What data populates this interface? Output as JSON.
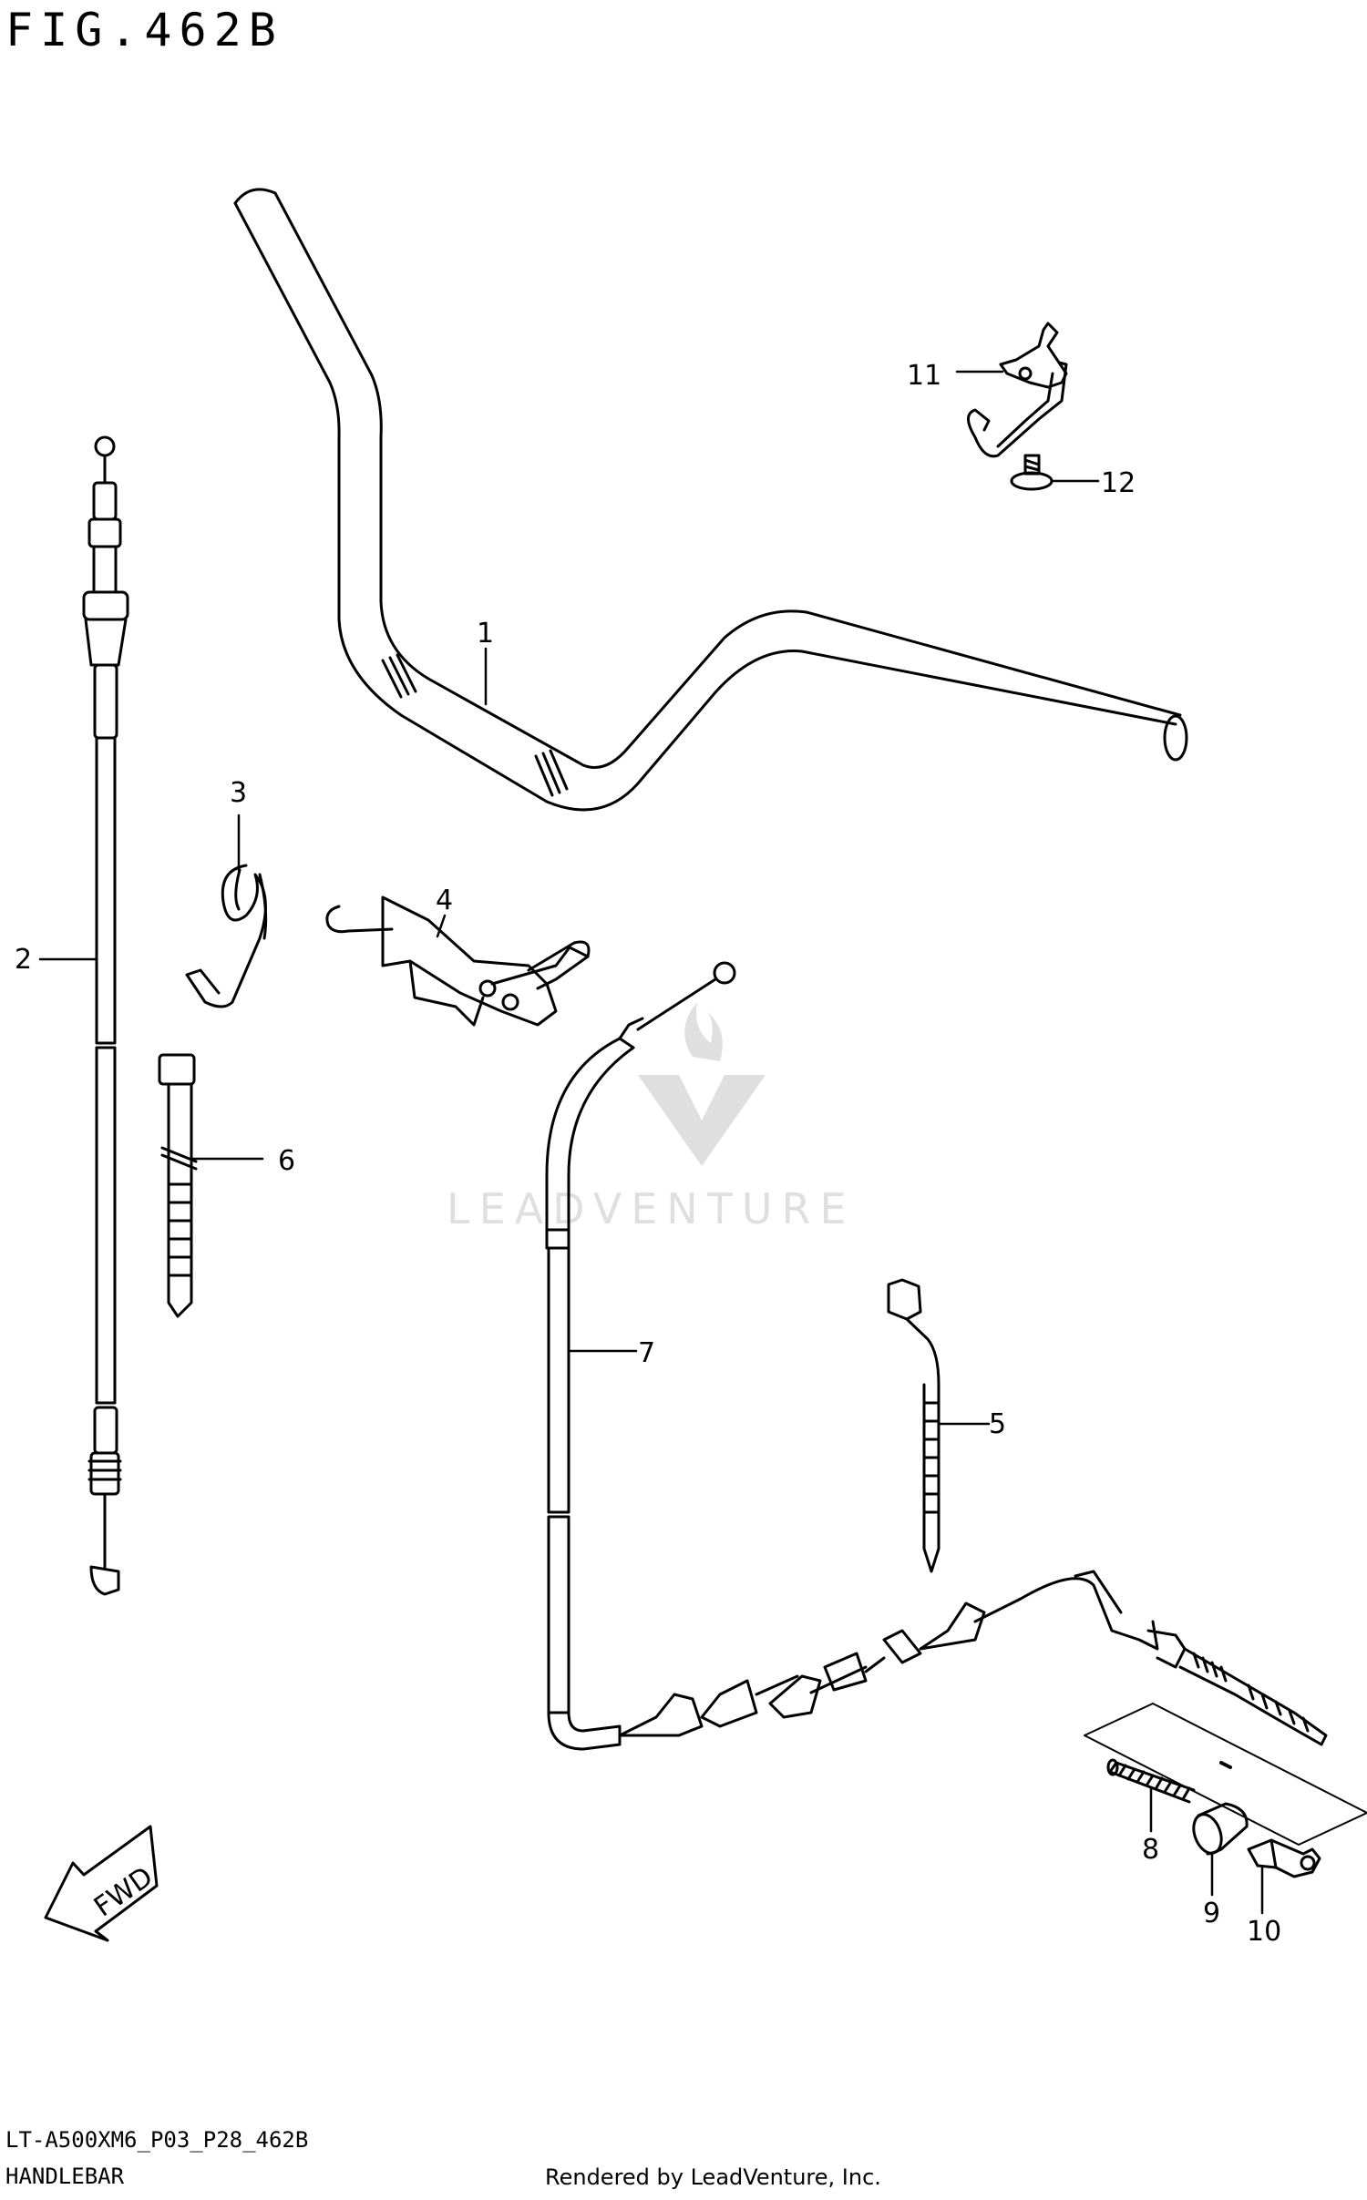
{
  "header": {
    "figure_title": "FIG.462B"
  },
  "footer": {
    "model_code": "LT-A500XM6_P03_P28_462B",
    "section_name": "HANDLEBAR",
    "rendered_by": "Rendered by LeadVenture, Inc."
  },
  "watermark": {
    "text": "LEADVENTURE"
  },
  "direction_arrow": {
    "label": "FWD"
  },
  "callouts": [
    "1",
    "2",
    "3",
    "4",
    "5",
    "6",
    "7",
    "8",
    "9",
    "10",
    "11",
    "12"
  ]
}
